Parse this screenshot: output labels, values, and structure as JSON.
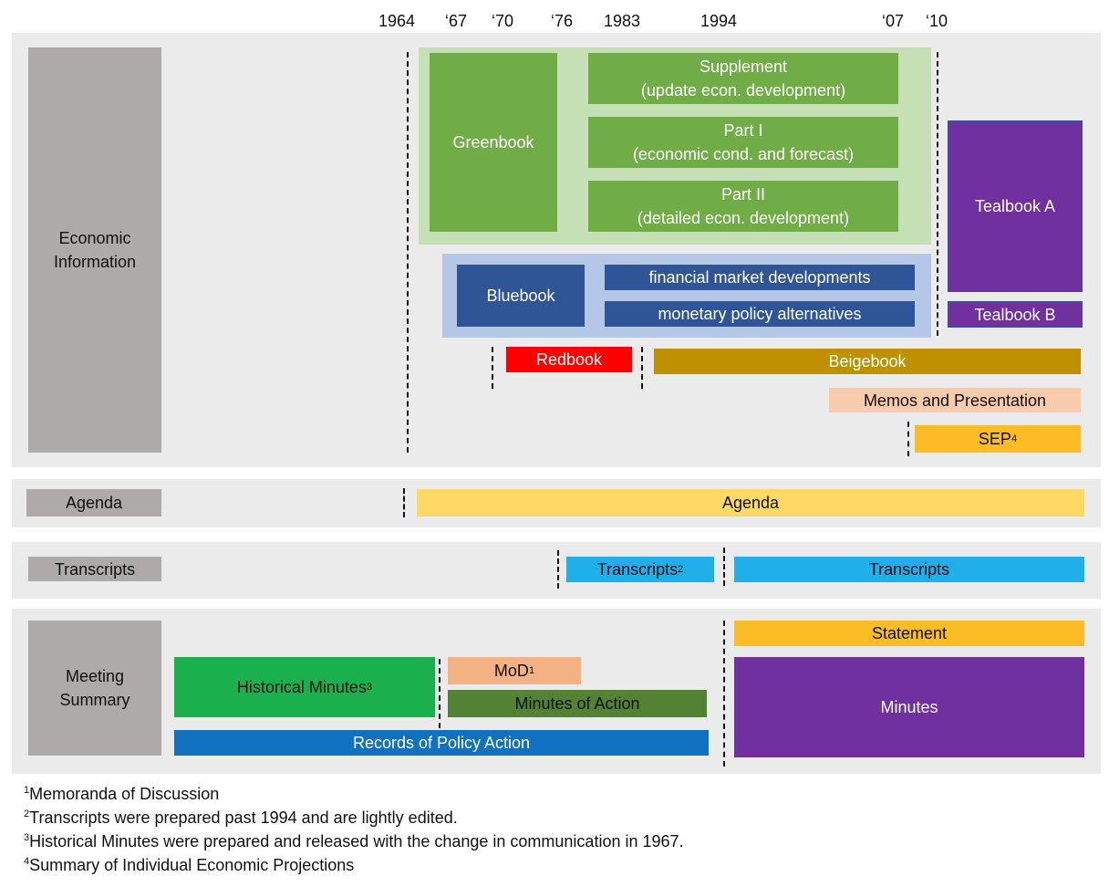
{
  "timeline": {
    "years": [
      "1964",
      "‘67",
      "‘70",
      "‘76",
      "1983",
      "1994",
      "‘07",
      "‘10"
    ]
  },
  "rows": {
    "economic": {
      "label": "Economic\nInformation"
    },
    "agenda": {
      "label": "Agenda"
    },
    "transcripts": {
      "label": "Transcripts"
    },
    "meeting": {
      "label": "Meeting\nSummary"
    }
  },
  "boxes": {
    "greenbook": "Greenbook",
    "supplement": "Supplement\n(update econ. development)",
    "part1": "Part I\n(economic cond. and forecast)",
    "part2": "Part II\n(detailed econ. development)",
    "tealbook_a": "Tealbook A",
    "tealbook_b": "Tealbook B",
    "bluebook": "Bluebook",
    "financial": "financial market developments",
    "monetary": "monetary policy alternatives",
    "redbook": "Redbook",
    "beigebook": "Beigebook",
    "memos": "Memos and Presentation",
    "sep": "SEP",
    "sep_sup": "4",
    "agenda": "Agenda",
    "transcripts_early": "Transcripts",
    "transcripts_early_sup": "2",
    "transcripts_late": "Transcripts",
    "statement": "Statement",
    "mod": "MoD",
    "mod_sup": "1",
    "historical": "Historical Minutes",
    "historical_sup": "3",
    "minutes_action": "Minutes of Action",
    "records": "Records of Policy Action",
    "minutes": "Minutes"
  },
  "footnotes": [
    {
      "num": "1",
      "text": "Memoranda of Discussion"
    },
    {
      "num": "2",
      "text": "Transcripts were prepared past 1994 and are lightly edited."
    },
    {
      "num": "3",
      "text": "Historical Minutes were prepared and released with the change in communication in 1967."
    },
    {
      "num": "4",
      "text": "Summary of Individual Economic Projections"
    }
  ],
  "colors": {
    "band": "#ebebeb",
    "row_label": "#aeaaaa",
    "green_light": "#c5e0b4",
    "green": "#70ad47",
    "purple": "#7030a0",
    "blue_light": "#b4c7e7",
    "blue_dark": "#2f5597",
    "red": "#ff0000",
    "gold": "#bf9000",
    "peach": "#f8cbad",
    "orange": "#fbbc25",
    "yellow": "#ffd966",
    "sky": "#1fb0ec",
    "green_bright": "#1bb04e",
    "olive": "#548235",
    "records_blue": "#1071c0"
  }
}
